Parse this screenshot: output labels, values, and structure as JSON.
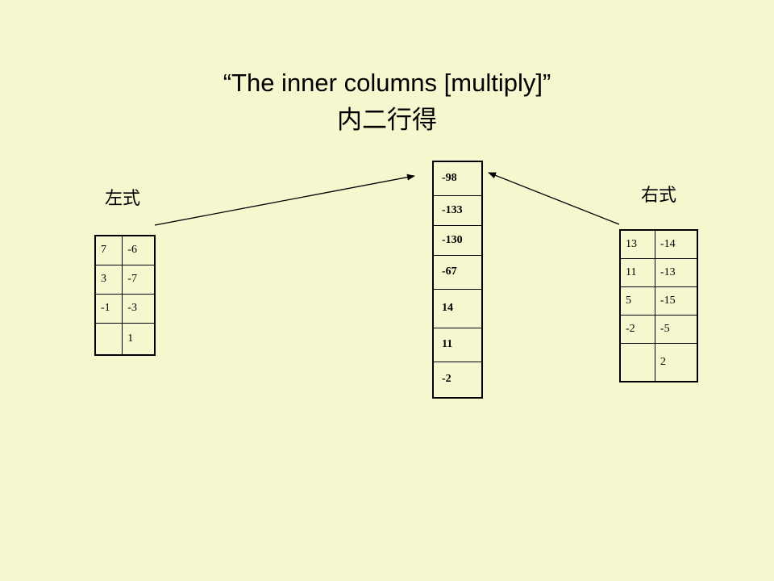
{
  "title": {
    "line1": "“The inner columns [multiply]”",
    "line2": "内二行得"
  },
  "labels": {
    "left": "左式",
    "right": "右式"
  },
  "left_table": [
    [
      "7",
      "-6"
    ],
    [
      "3",
      "-7"
    ],
    [
      "-1",
      "-3"
    ],
    [
      "",
      "1"
    ]
  ],
  "center_table": [
    "-98",
    "-133",
    "-130",
    "-67",
    "14",
    "11",
    "-2"
  ],
  "right_table": [
    [
      "13",
      "-14"
    ],
    [
      "11",
      "-13"
    ],
    [
      "5",
      "-15"
    ],
    [
      "-2",
      "-5"
    ],
    [
      "",
      "2"
    ]
  ]
}
